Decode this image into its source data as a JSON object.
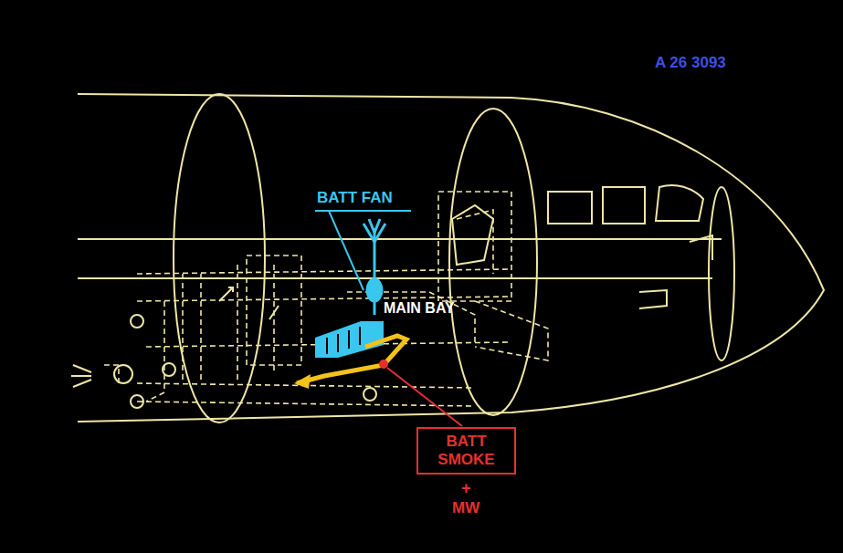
{
  "diagram": {
    "nodes": [
      {
        "text": [
          "BATT SMOKE"
        ]
      }
    ],
    "labels": [
      "A 26 3093",
      "BATT FAN",
      "MAIN BAY",
      "+",
      "MW"
    ]
  }
}
